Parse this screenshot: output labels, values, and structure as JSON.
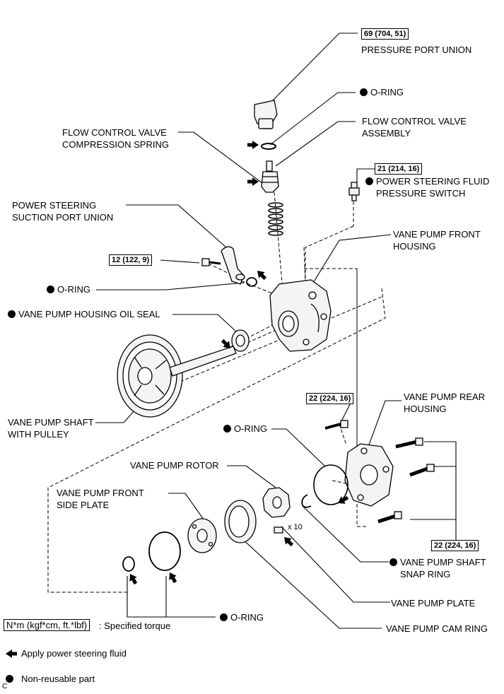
{
  "torque": {
    "pressure_port": "69 (704, 51)",
    "pressure_switch": "21 (214, 16)",
    "suction_union": "12 (122, 9)",
    "rear_housing_top": "22 (224, 16)",
    "rear_housing_bolts": "22 (224, 16)"
  },
  "labels": {
    "pressure_port_union": "PRESSURE PORT UNION",
    "o_ring_top": "O-RING",
    "flow_control_valve_1": "FLOW CONTROL VALVE",
    "flow_control_valve_2": "ASSEMBLY",
    "fcv_spring_1": "FLOW CONTROL VALVE",
    "fcv_spring_2": "COMPRESSION SPRING",
    "pressure_switch_1": "POWER STEERING FLUID",
    "pressure_switch_2": "PRESSURE SWITCH",
    "suction_union_1": "POWER STEERING",
    "suction_union_2": "SUCTION PORT UNION",
    "front_housing_1": "VANE PUMP FRONT",
    "front_housing_2": "HOUSING",
    "o_ring_suction": "O-RING",
    "oil_seal": "VANE PUMP HOUSING OIL SEAL",
    "shaft_pulley_1": "VANE PUMP SHAFT",
    "shaft_pulley_2": "WITH PULLEY",
    "rear_housing_1": "VANE PUMP REAR",
    "rear_housing_2": "HOUSING",
    "o_ring_rear": "O-RING",
    "rotor": "VANE PUMP ROTOR",
    "front_side_plate_1": "VANE PUMP FRONT",
    "front_side_plate_2": "SIDE PLATE",
    "vane_count": "x 10",
    "snap_ring_1": "VANE PUMP SHAFT",
    "snap_ring_2": "SNAP RING",
    "vane_plate": "VANE PUMP PLATE",
    "o_ring_bottom": "O-RING",
    "cam_ring": "VANE PUMP CAM RING"
  },
  "legend": {
    "torque_box": "N*m (kgf*cm, ft.*lbf)",
    "torque_text": ": Specified torque",
    "fluid": "Apply power steering fluid",
    "non_reusable": "Non-reusable part",
    "corner_code": "C"
  },
  "colors": {
    "ink": "#000000",
    "paper": "#ffffff",
    "part_fill": "#f4f4f4"
  }
}
